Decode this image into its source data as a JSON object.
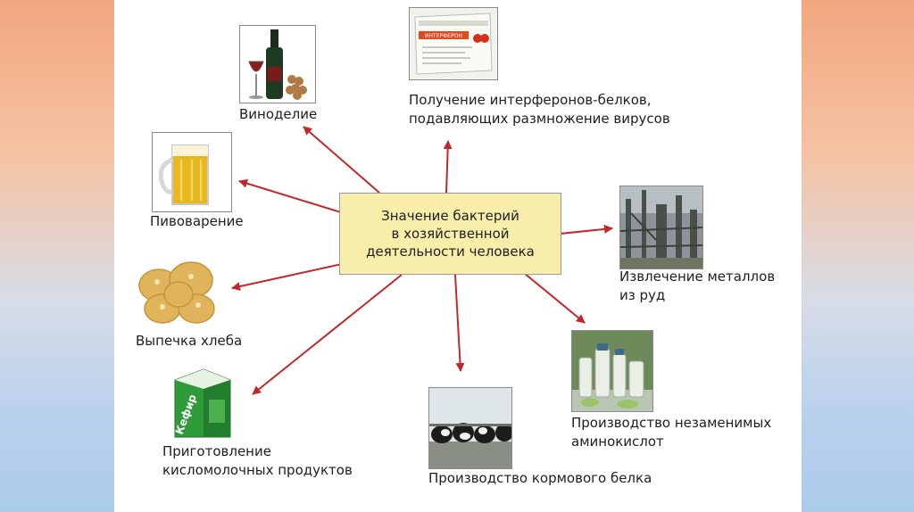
{
  "diagram": {
    "center": "Значение бактерий\nв хозяйственной\nдеятельности человека",
    "items": [
      {
        "label": "Виноделие",
        "icon": "wine-bottle-icon"
      },
      {
        "label": "Получение интерферонов-белков,\nподавляющих размножение вирусов",
        "icon": "interferon-package-icon",
        "package_text": "ИНТЕРФЕРОН"
      },
      {
        "label": "Пивоварение",
        "icon": "beer-mug-icon"
      },
      {
        "label": "Извлечение металлов\nиз руд",
        "icon": "industrial-plant-icon"
      },
      {
        "label": "Выпечка хлеба",
        "icon": "bread-icon"
      },
      {
        "label": "Производство незаменимых\nаминокислот",
        "icon": "bottles-icon"
      },
      {
        "label": "Приготовление\nкисломолочных продуктов",
        "icon": "kefir-carton-icon",
        "package_text": "Кефир"
      },
      {
        "label": "Производство кормового белка",
        "icon": "cows-icon"
      }
    ],
    "colors": {
      "arrow": "#c0282a",
      "center_fill": "#f8eeaa",
      "side_top": "#f2a77e",
      "side_bottom": "#abcbeb"
    }
  }
}
